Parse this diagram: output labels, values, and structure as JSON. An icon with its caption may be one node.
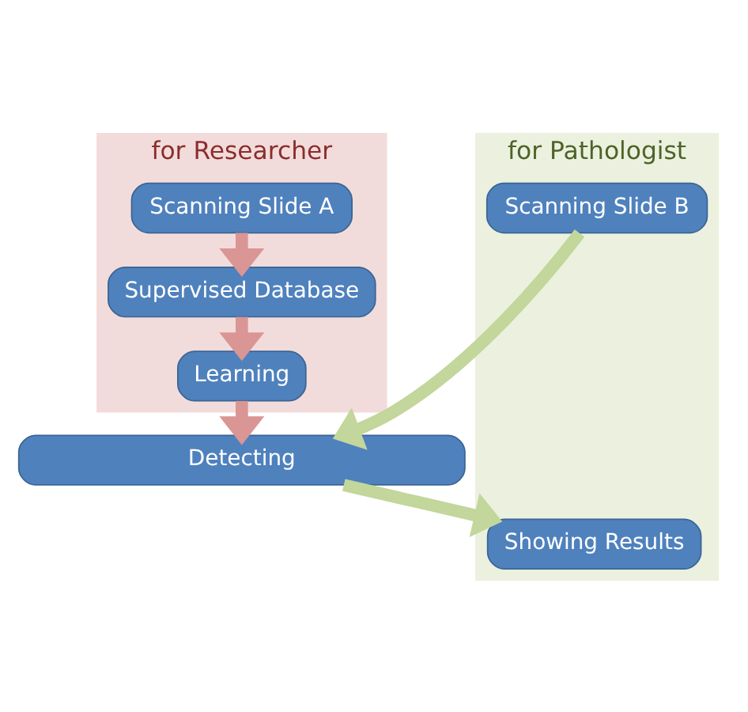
{
  "diagram": {
    "nodes": [
      {
        "text": [
          "for Researcher"
        ]
      },
      {
        "text": [
          "Scanning Slide A"
        ],
        "in": 0
      },
      {
        "text": [
          "Supervised Database"
        ],
        "in": 0
      },
      {
        "text": [
          "Learning"
        ],
        "in": 0
      },
      {
        "text": [
          "for Pathologist"
        ]
      },
      {
        "text": [
          "Scanning Slide B"
        ],
        "in": 4
      },
      {
        "text": [
          "Detecting"
        ]
      },
      {
        "text": [
          "Showing Results"
        ],
        "in": 4
      }
    ],
    "edges": [
      {
        "from": 1,
        "to": 2,
        "arrow": "to",
        "color": "#d99694"
      },
      {
        "from": 2,
        "to": 3,
        "arrow": "to",
        "color": "#d99694"
      },
      {
        "from": 3,
        "to": 6,
        "arrow": "to",
        "color": "#d99694"
      },
      {
        "from": 5,
        "to": 6,
        "arrow": "to",
        "color": "#c3d69b"
      },
      {
        "from": 6,
        "to": 7,
        "arrow": "to",
        "color": "#c3d69b"
      }
    ]
  }
}
